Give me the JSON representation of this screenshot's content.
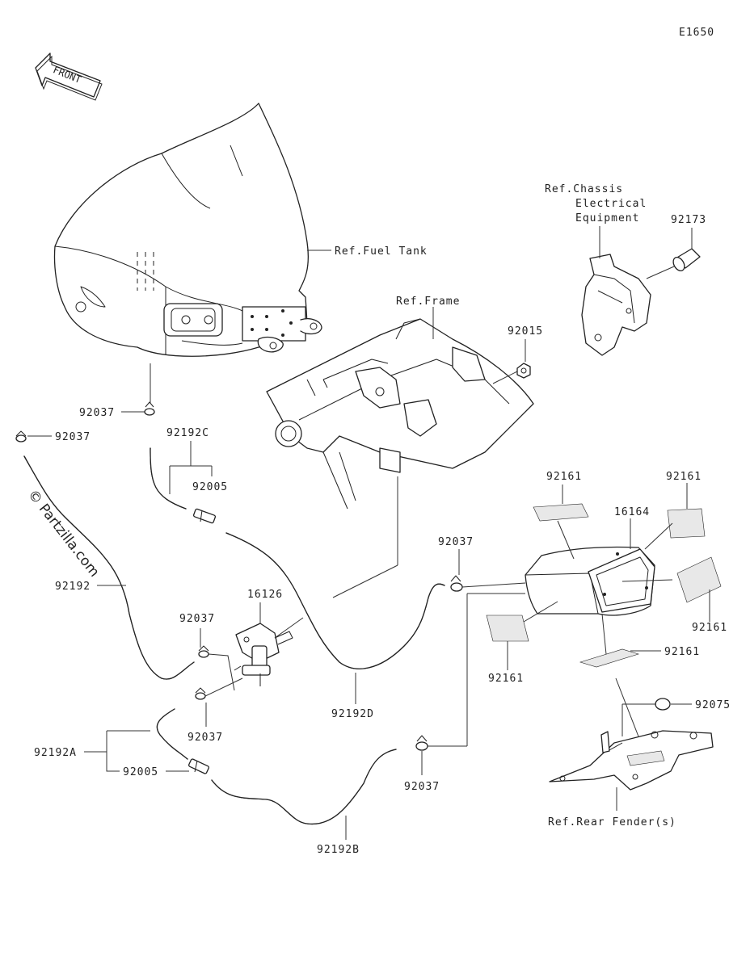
{
  "diagram_code": "E1650",
  "front_arrow_label": "FRONT",
  "watermark": "© Partzilla.com",
  "refs": {
    "fuel_tank": "Ref.Fuel Tank",
    "frame": "Ref.Frame",
    "chassis_line1": "Ref.Chassis",
    "chassis_line2": "Electrical",
    "chassis_line3": "Equipment",
    "rear_fender": "Ref.Rear Fender(s)"
  },
  "parts": {
    "p92173": "92173",
    "p92015": "92015",
    "p92037_tank": "92037",
    "p92037_left": "92037",
    "p92192C": "92192C",
    "p92005_upper": "92005",
    "p92192": "92192",
    "p16126": "16126",
    "p92037_valve_upper": "92037",
    "p92037_valve_lower": "92037",
    "p92192D": "92192D",
    "p92037_mid": "92037",
    "p92161_top": "92161",
    "p16164": "16164",
    "p92161_right_top": "92161",
    "p92161_right": "92161",
    "p92161_bottom": "92161",
    "p92161_left": "92161",
    "p92075": "92075",
    "p92192A": "92192A",
    "p92005_lower": "92005",
    "p92037_bottom": "92037",
    "p92192B": "92192B"
  }
}
